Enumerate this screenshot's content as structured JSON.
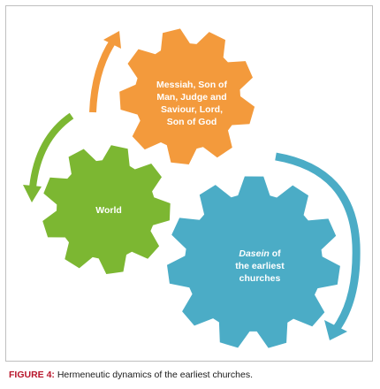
{
  "diagram": {
    "gears": [
      {
        "id": "orange",
        "color": "#f39a3c",
        "lines": [
          "Messiah, Son of",
          "Man, Judge and",
          "Saviour, Lord,",
          "Son of God"
        ]
      },
      {
        "id": "green",
        "color": "#7cb732",
        "lines": [
          "World"
        ]
      },
      {
        "id": "blue",
        "color": "#4bacc6",
        "italic_line": "Dasein",
        "first_line_rest": " of",
        "lines": [
          "the earliest",
          "churches"
        ]
      }
    ],
    "arrows": [
      {
        "id": "orange-arrow",
        "color": "#f39a3c"
      },
      {
        "id": "green-arrow",
        "color": "#7cb732"
      },
      {
        "id": "blue-arrow",
        "color": "#4bacc6"
      }
    ]
  },
  "caption": {
    "label": "FIGURE 4:",
    "text": " Hermeneutic dynamics of the earliest churches."
  }
}
